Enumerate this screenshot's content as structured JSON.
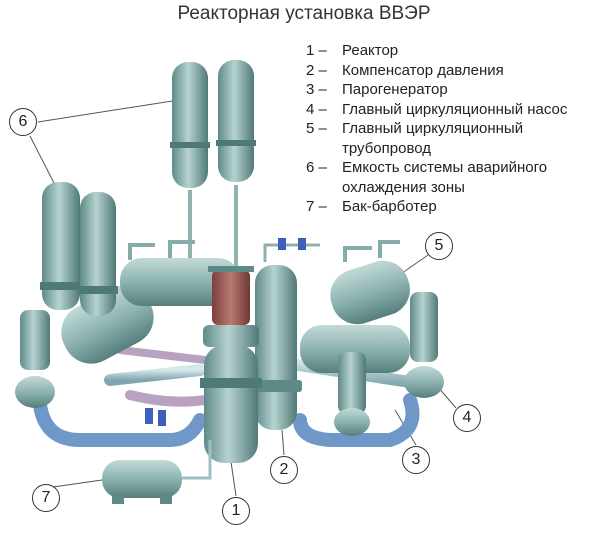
{
  "title": "Реакторная установка ВВЭР",
  "legend": [
    {
      "num": "1 –",
      "text": "Реактор"
    },
    {
      "num": "2 –",
      "text": "Компенсатор давления"
    },
    {
      "num": "3 –",
      "text": "Парогенератор"
    },
    {
      "num": "4 –",
      "text": "Главный циркуляционный насос"
    },
    {
      "num": "5 –",
      "text": "Главный циркуляционный\nтрубопровод"
    },
    {
      "num": "6 –",
      "text": "Емкость системы аварийного\nохлаждения зоны"
    },
    {
      "num": "7 –",
      "text": "Бак-барботер"
    }
  ],
  "callouts": [
    "1",
    "2",
    "3",
    "4",
    "5",
    "6",
    "7"
  ],
  "colors": {
    "equipment": "#8fb7b4",
    "equipment_dark": "#5d8987",
    "pipe": "#a9c7cc",
    "cold_pipe": "#6f98c9",
    "valve": "#3f5fbf",
    "core": "#9a5a55",
    "leader_line": "#555555"
  }
}
